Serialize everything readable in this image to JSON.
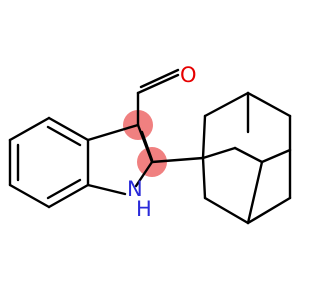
{
  "molecule": {
    "atoms": {
      "oxygen": "O",
      "nitrogen_h": "H",
      "nitrogen_n": "N"
    },
    "colors": {
      "bond": "#000000",
      "oxygen": "#e60000",
      "nitrogen": "#2a2ad9",
      "highlight": "#f08080"
    }
  }
}
